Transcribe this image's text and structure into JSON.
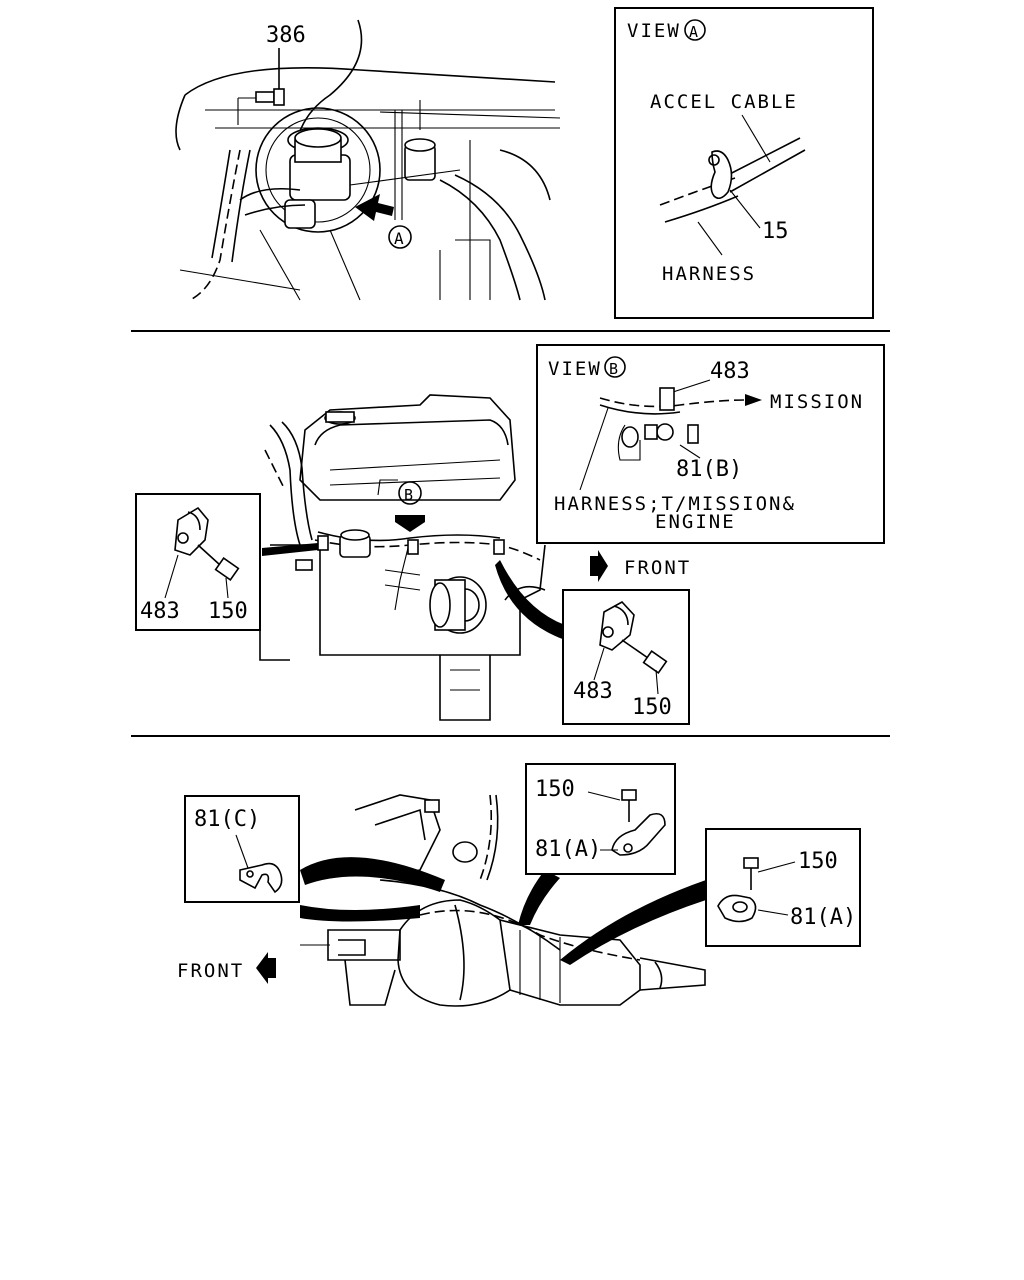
{
  "section_top": {
    "part_bolt_top": "386",
    "view_marker": "A",
    "inset": {
      "title_prefix": "VIEW",
      "title_letter": "A",
      "accel_cable_label": "ACCEL CABLE",
      "clip_part": "15",
      "harness_label": "HARNESS"
    }
  },
  "section_middle": {
    "view_marker": "B",
    "inset_view": {
      "title_prefix": "VIEW",
      "title_letter": "B",
      "clamp_part": "483",
      "mission_label": "MISSION",
      "clip_part": "81(B)",
      "harness_line1": "HARNESS;T/MISSION&",
      "harness_line2": "ENGINE"
    },
    "left_detail": {
      "clamp": "483",
      "bolt": "150"
    },
    "right_detail": {
      "clamp": "483",
      "bolt": "150"
    },
    "front_label": "FRONT"
  },
  "section_bottom": {
    "left_detail": {
      "clip": "81(C)"
    },
    "center_detail": {
      "bolt": "150",
      "clip": "81(A)"
    },
    "right_detail": {
      "bolt": "150",
      "clip": "81(A)"
    },
    "front_label": "FRONT"
  }
}
